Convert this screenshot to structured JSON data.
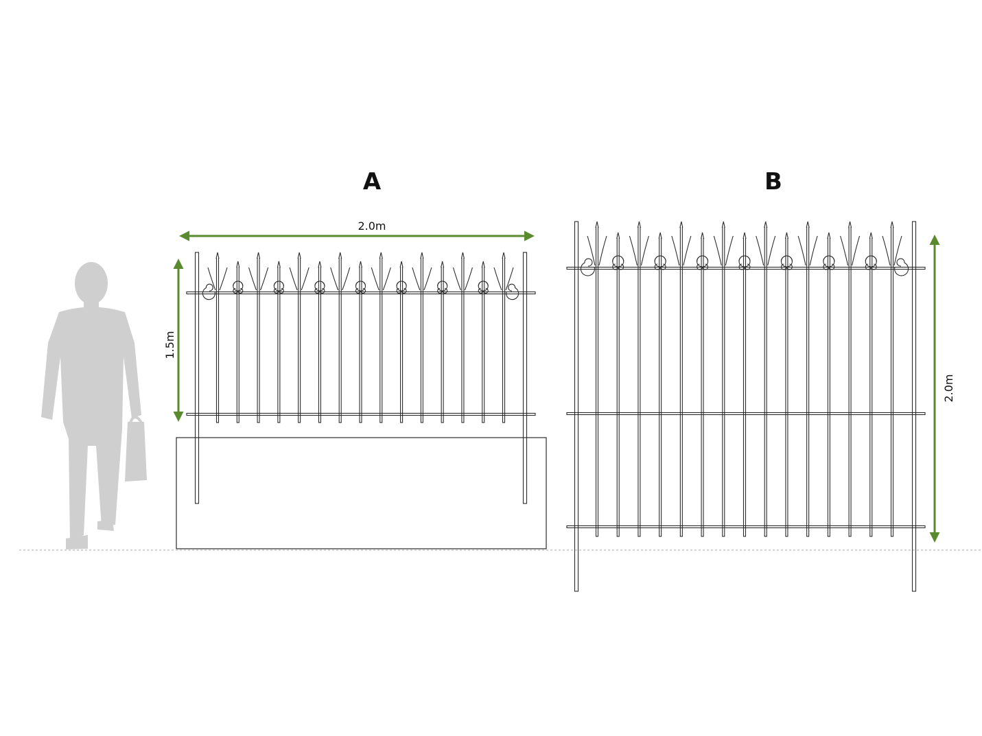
{
  "panels": [
    {
      "label": "A",
      "width_label": "2.0m",
      "height_label": "1.5m"
    },
    {
      "label": "B",
      "height_label": "2.0m"
    }
  ],
  "colors": {
    "dimension": "#5a8a2e",
    "person": "#cfcfcf",
    "line": "#2b2b2b",
    "ground": "#bbbbbb"
  },
  "icons": {
    "person": "person-with-bag-icon"
  }
}
